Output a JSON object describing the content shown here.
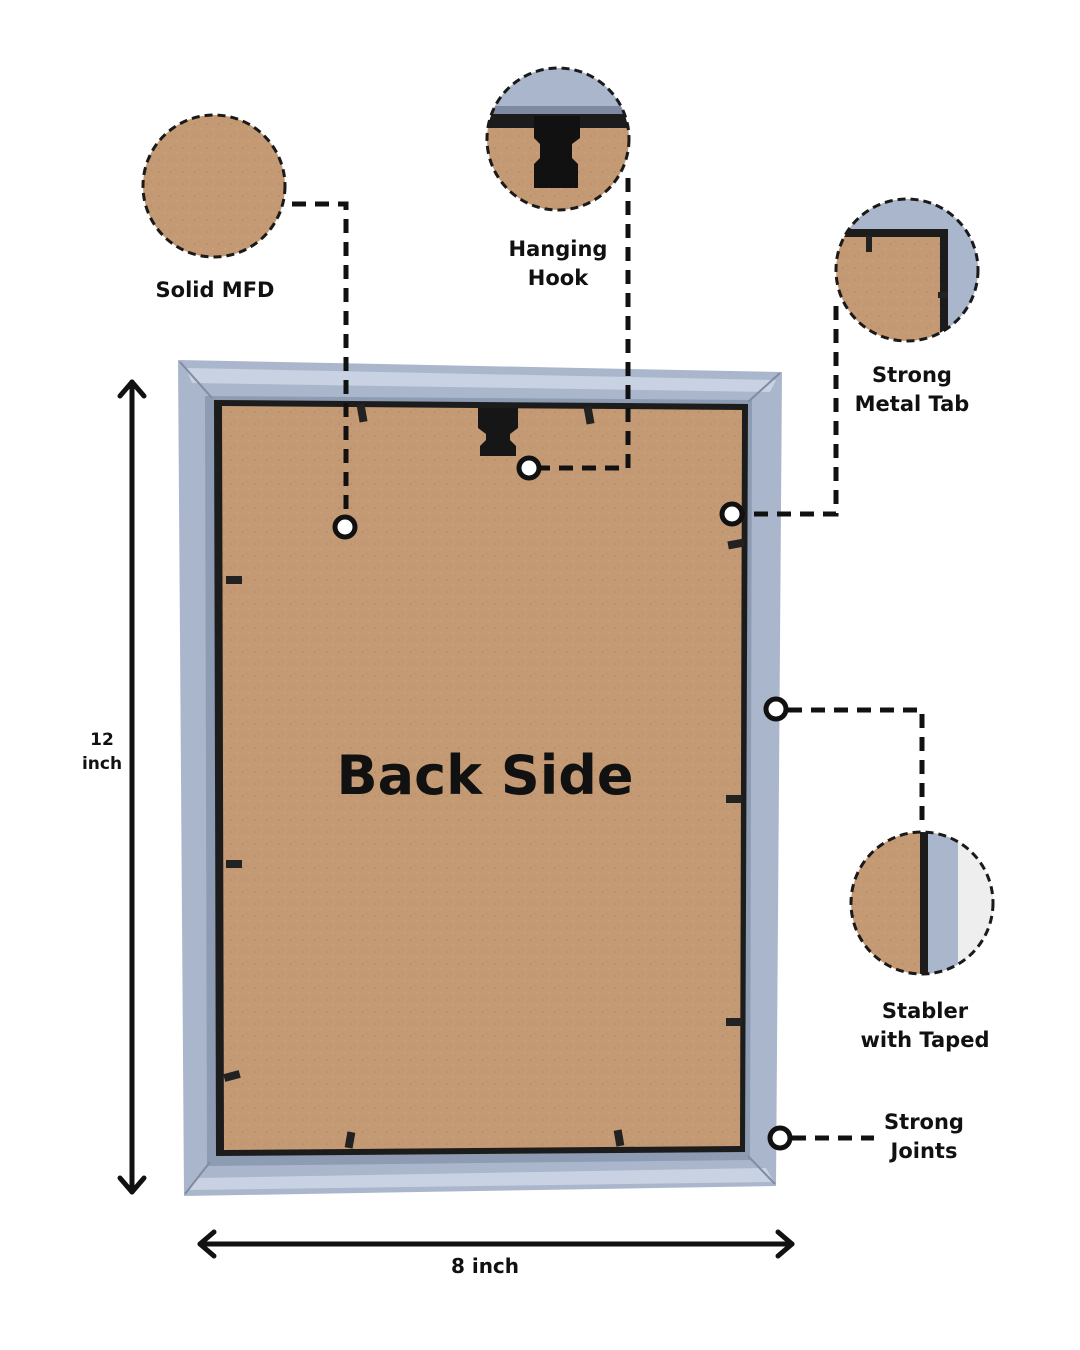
{
  "title": "Back Side",
  "callouts": {
    "solid_mfd": [
      "Solid MFD"
    ],
    "hanging_hook": [
      "Hanging",
      "Hook"
    ],
    "metal_tab": [
      "Strong",
      "Metal Tab"
    ],
    "stabler": [
      "Stabler",
      "with Taped"
    ],
    "joints": [
      "Strong",
      "Joints"
    ]
  },
  "dimensions": {
    "height": [
      "12",
      "inch"
    ],
    "width": "8 inch"
  },
  "colors": {
    "frame": "#a9b6cc",
    "frame_shadow": "#8d9bb3",
    "frame_light": "#c8d2e2",
    "board": "#c49a74",
    "board_dark": "#b88c66",
    "ink": "#111111"
  }
}
